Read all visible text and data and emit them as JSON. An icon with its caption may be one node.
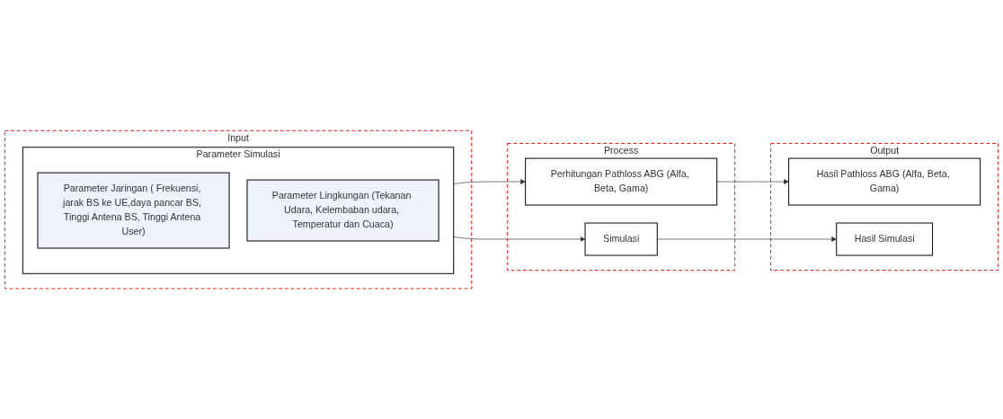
{
  "diagram": {
    "nodes": [
      {
        "text": [
          "Input"
        ]
      },
      {
        "text": [
          "Parameter Simulasi"
        ],
        "in": 0
      },
      {
        "text": [
          "Parameter Jaringan ( Frekuensi, jarak BS ke UE,daya pancar BS, Tinggi Antena BS, Tinggi Antena User)"
        ],
        "in": 1
      },
      {
        "text": [
          "Parameter Lingkungan (Tekanan Udara, Kelembaban udara, Temperatur dan Cuaca)"
        ],
        "in": 1
      },
      {
        "text": [
          "Process"
        ]
      },
      {
        "text": [
          "Perhitungan Pathloss ABG (Alfa, Beta, Gama)"
        ],
        "in": 4
      },
      {
        "text": [
          "Simulasi"
        ],
        "in": 4
      },
      {
        "text": [
          "Output"
        ]
      },
      {
        "text": [
          "Hasil Pathloss ABG (Alfa, Beta, Gama)"
        ],
        "in": 7
      },
      {
        "text": [
          "Hasil Simulasi"
        ],
        "in": 7
      }
    ],
    "edges": [
      {
        "from": 1,
        "to": 5,
        "arrow": "to"
      },
      {
        "from": 1,
        "to": 6,
        "arrow": "to"
      },
      {
        "from": 5,
        "to": 8,
        "arrow": "to"
      },
      {
        "from": 6,
        "to": 9,
        "arrow": "to"
      }
    ]
  }
}
